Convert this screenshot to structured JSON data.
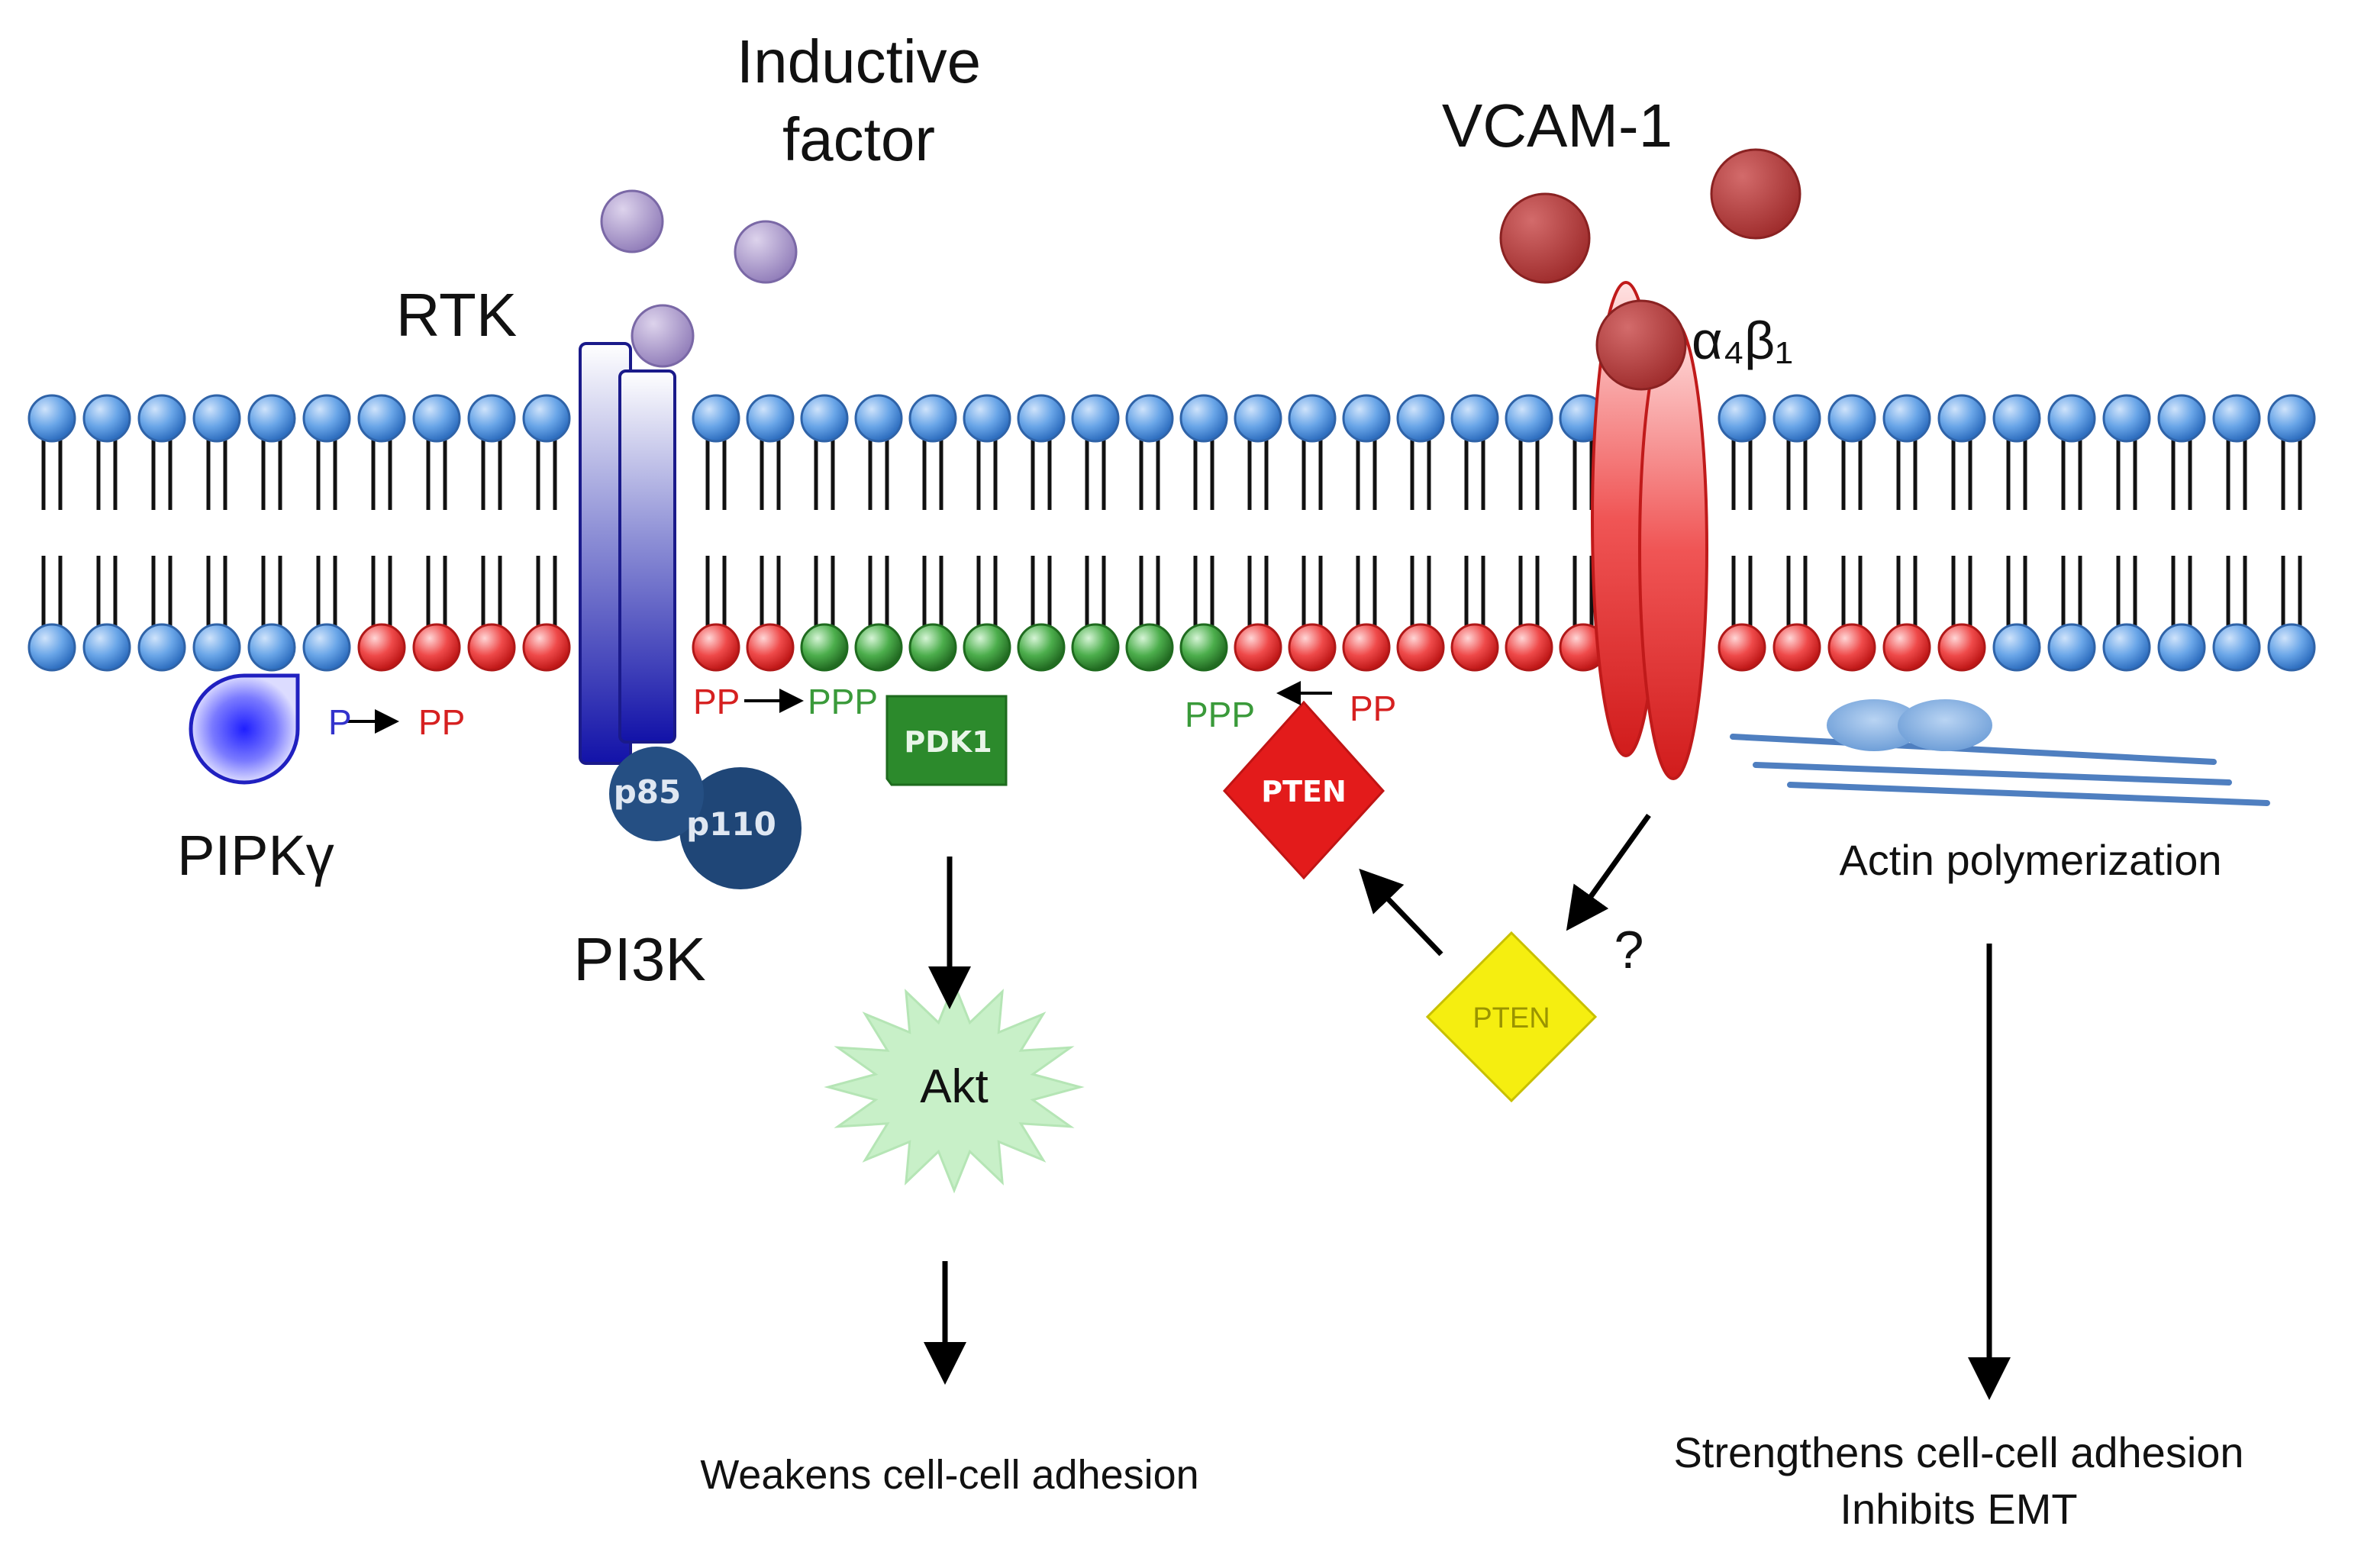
{
  "labels": {
    "inductive_factor_line1": "Inductive",
    "inductive_factor_line2": "factor",
    "vcam1": "VCAM-1",
    "rtk": "RTK",
    "integrin": "α₄β₁",
    "pipk": "PIPKγ",
    "p_single": "P",
    "pp_left": "PP",
    "pp_mid": "PP",
    "ppp_mid": "PPP",
    "ppp_right": "PPP",
    "pp_right": "PP",
    "p85": "p85",
    "p110": "p110",
    "pi3k": "PI3K",
    "pdk1": "PDK1",
    "akt": "Akt",
    "pten_active": "PTEN",
    "pten_inactive": "PTEN",
    "question": "?",
    "actin": "Actin polymerization",
    "weakens": "Weakens cell-cell adhesion",
    "strengthens": "Strengthens cell-cell adhesion",
    "inhibits": "Inhibits EMT"
  },
  "colors": {
    "lipid_blue": "#5b9be0",
    "lipid_red": "#e83a3a",
    "lipid_green": "#3f9e3f",
    "ligand_purple": "#a896c8",
    "vcam_red": "#b23a3a",
    "pi3k_navy": "#1f3f73",
    "pdk1_green": "#2d8a2d",
    "pten_red": "#e31b1b",
    "pten_yellow": "#f5ee10",
    "akt_mint": "#c8f0c8",
    "p_blue": "#3333cc",
    "pp_red": "#d62020",
    "ppp_green": "#3a9a3a"
  },
  "icons": {
    "arrow": "arrow-icon",
    "pipk_shape": "teardrop-shape",
    "akt_shape": "starburst-shape",
    "pten_shape": "diamond-shape"
  }
}
